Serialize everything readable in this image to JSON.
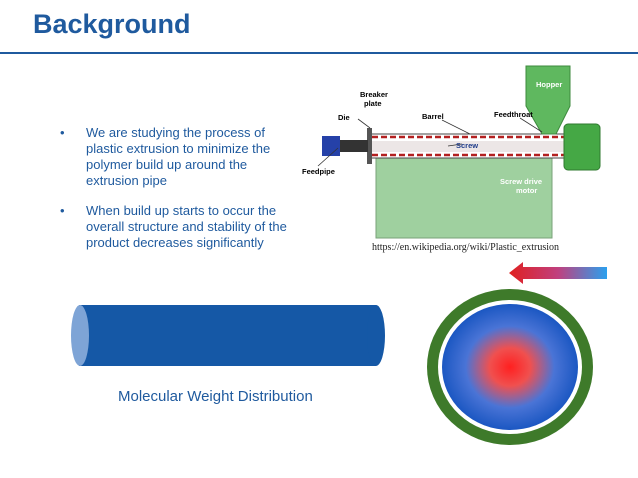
{
  "slide": {
    "title": "Background",
    "bullets": [
      {
        "marker": "•",
        "text": "We are studying the process of plastic extrusion to minimize the polymer build up around the extrusion pipe"
      },
      {
        "marker": "•",
        "text": "When build up starts to occur the overall structure and stability of the product decreases significantly"
      }
    ],
    "source_url": "https://en.wikipedia.org/wiki/Plastic_extrusion",
    "cylinder_caption": "Molecular Weight Distribution"
  },
  "diagram": {
    "labels": {
      "hopper": "Hopper",
      "breaker_plate_line1": "Breaker",
      "breaker_plate_line2": "plate",
      "die": "Die",
      "barrel": "Barrel",
      "feedthroat": "Feedthroat",
      "screw": "Screw",
      "feedpipe": "Feedpipe",
      "drive_line1": "Screw drive",
      "drive_line2": "motor"
    }
  },
  "colors": {
    "title": "#1f5a9e",
    "cylinder": "#1558a6",
    "ring": "#3e7a2a",
    "hopper": "#5fb85f",
    "motor": "#45a845",
    "heat_red": "#ff2b2b"
  }
}
